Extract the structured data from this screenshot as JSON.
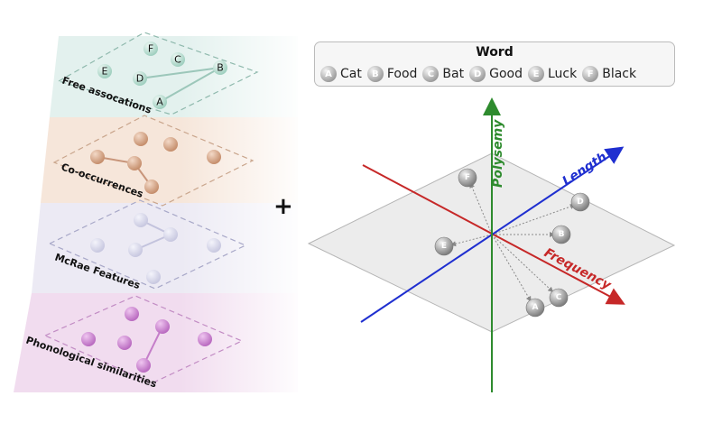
{
  "layers": [
    {
      "label": "Free assocations",
      "tint": "#e3f1ee"
    },
    {
      "label": "Co-occurrences",
      "tint": "#f6e6da"
    },
    {
      "label": "McRae Features",
      "tint": "#eceaf4"
    },
    {
      "label": "Phonological similarities",
      "tint": "#f1dcef"
    }
  ],
  "free_assoc_nodes": [
    "F",
    "C",
    "B",
    "E",
    "D",
    "A"
  ],
  "plus": "+",
  "legend": {
    "title": "Word",
    "items": [
      {
        "letter": "A",
        "word": "Cat"
      },
      {
        "letter": "B",
        "word": "Food"
      },
      {
        "letter": "C",
        "word": "Bat"
      },
      {
        "letter": "D",
        "word": "Good"
      },
      {
        "letter": "E",
        "word": "Luck"
      },
      {
        "letter": "F",
        "word": "Black"
      }
    ]
  },
  "axes": {
    "polysemy": {
      "label": "Polysemy",
      "color": "#2e8b2e"
    },
    "length": {
      "label": "Length",
      "color": "#1f2fd0"
    },
    "frequency": {
      "label": "Frequency",
      "color": "#c62828"
    }
  },
  "space_nodes": [
    "F",
    "D",
    "E",
    "B",
    "C",
    "A"
  ],
  "colors": {
    "free_node": "#c6e2d9",
    "cooc_node": "#d9a98a",
    "mcrae_node": "#dcdcf0",
    "phono_node": "#cf8fd4",
    "space_node": "#9e9e9e"
  }
}
